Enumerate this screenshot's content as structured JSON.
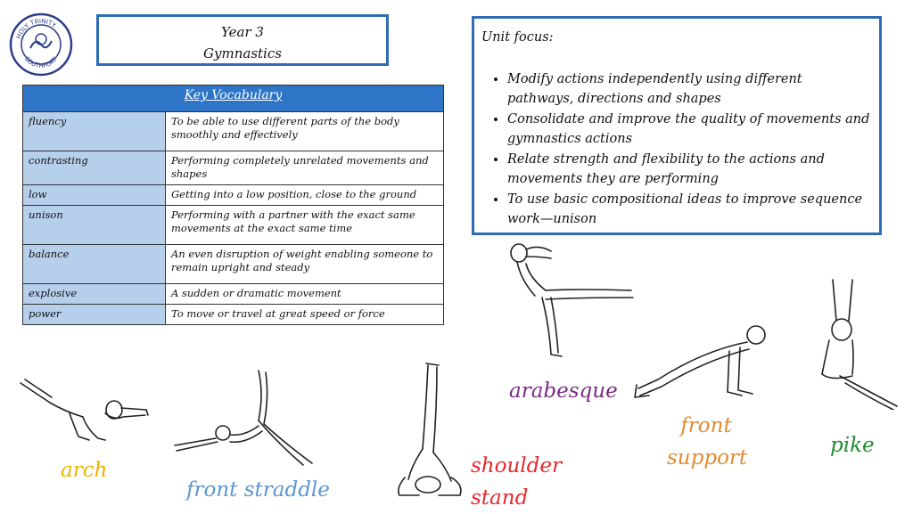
{
  "logo": {
    "text_top": "HOLY TRINITY",
    "text_bottom": "SOUTHPORT"
  },
  "title": {
    "line1": "Year 3",
    "line2": "Gymnastics"
  },
  "vocab": {
    "heading": "Key Vocabulary",
    "rows": [
      {
        "term": "fluency",
        "definition": "To be able to use different parts of the body smoothly and effectively"
      },
      {
        "term": "contrasting",
        "definition": "Performing completely unrelated movements and shapes"
      },
      {
        "term": "low",
        "definition": "Getting into a low position, close to the ground"
      },
      {
        "term": "unison",
        "definition": "Performing with a partner with the exact same movements at the exact same time"
      },
      {
        "term": "balance",
        "definition": "An even disruption of weight enabling someone to remain upright and steady"
      },
      {
        "term": "explosive",
        "definition": "A sudden or dramatic movement"
      },
      {
        "term": "power",
        "definition": "To move or travel at great speed or force"
      }
    ]
  },
  "focus": {
    "heading": "Unit focus:",
    "items": [
      "Modify actions independently using different pathways, directions and shapes",
      "Consolidate and improve the quality of movements and gymnastics actions",
      "Relate strength and flexibility to the actions and movements they are performing",
      "To use basic compositional ideas to improve sequence work—unison"
    ]
  },
  "labels": {
    "arch": "arch",
    "front_straddle": "front straddle",
    "shoulder_stand_1": "shoulder",
    "shoulder_stand_2": "stand",
    "arabesque": "arabesque",
    "front_support_1": "front",
    "front_support_2": "support",
    "pike": "pike"
  },
  "colors": {
    "border_blue": "#2e6db4",
    "table_header": "#2e75c8",
    "term_cell": "#b6cfeb",
    "arch": "#e8b400",
    "front_straddle": "#5a96d2",
    "shoulder_stand": "#e8272a",
    "arabesque": "#7a2b85",
    "front_support": "#e58a2e",
    "pike": "#1e8c2e"
  }
}
